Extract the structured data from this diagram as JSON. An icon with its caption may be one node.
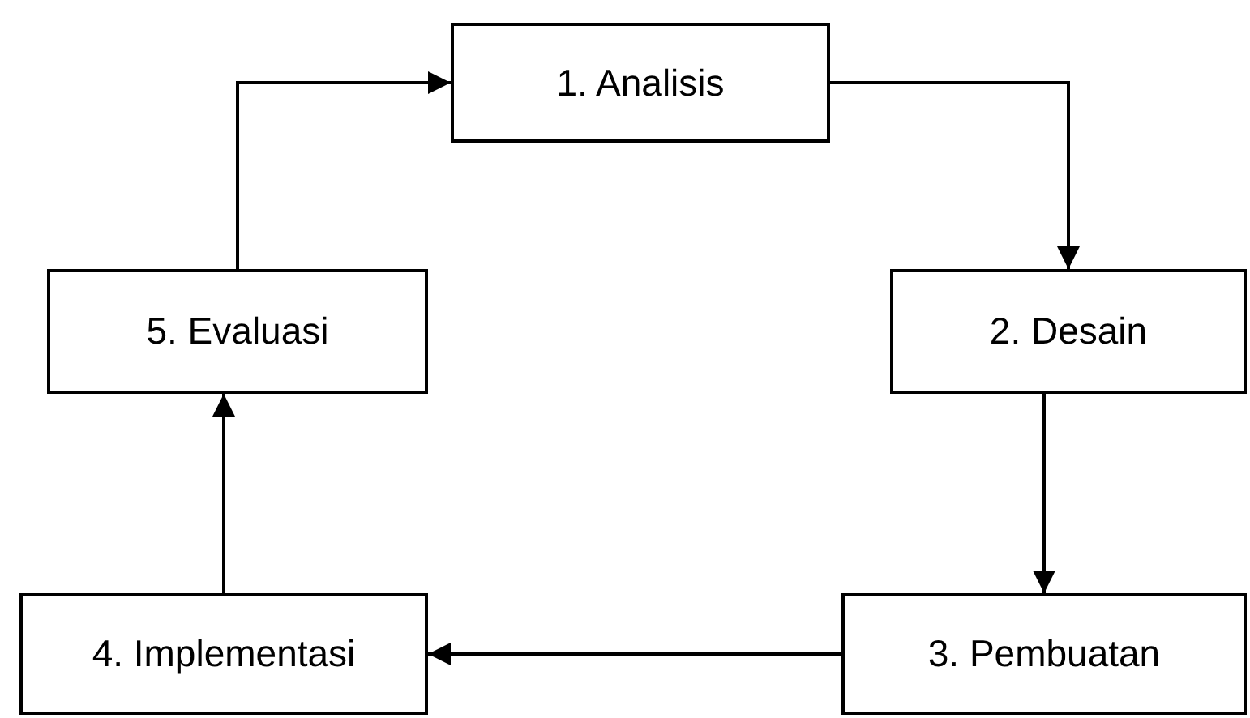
{
  "diagram": {
    "nodes": [
      {
        "text": [
          "1. Analisis"
        ]
      },
      {
        "text": [
          "2. Desain"
        ]
      },
      {
        "text": [
          "3. Pembuatan"
        ]
      },
      {
        "text": [
          "4. Implementasi"
        ]
      },
      {
        "text": [
          "5. Evaluasi"
        ]
      }
    ],
    "edges": [
      {
        "from": 0,
        "to": 1,
        "arrow": "to"
      },
      {
        "from": 1,
        "to": 2,
        "arrow": "to"
      },
      {
        "from": 2,
        "to": 3,
        "arrow": "to"
      },
      {
        "from": 3,
        "to": 4,
        "arrow": "to"
      },
      {
        "from": 4,
        "to": 0,
        "arrow": "to"
      }
    ]
  }
}
